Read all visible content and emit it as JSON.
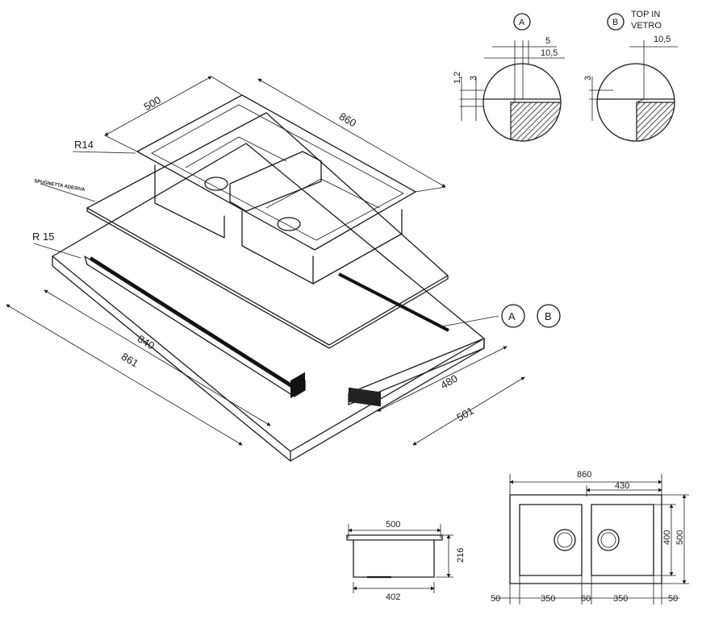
{
  "iso": {
    "dim_width": "500",
    "dim_length": "860",
    "radius_sink": "R14",
    "adhesive_label": "SPUGNETTA ADESIVA",
    "radius_top": "R 15",
    "cut_length": "840",
    "top_length": "861",
    "cut_width": "480",
    "top_width": "501",
    "callout_a": "A",
    "callout_b": "B"
  },
  "detail_a": {
    "label": "A",
    "dim_5": "5",
    "dim_10_5": "10,5",
    "dim_1_2": "1,2",
    "dim_3": "3"
  },
  "detail_b": {
    "label": "B",
    "title_line1": "TOP IN",
    "title_line2": "VETRO",
    "dim_10_5": "10,5",
    "dim_3": "3"
  },
  "side_view": {
    "width_top": "500",
    "height": "216",
    "width_bottom": "402"
  },
  "plan_view": {
    "total_width": "860",
    "half_width": "430",
    "height_outer": "500",
    "height_inner": "400",
    "margin_left": "50",
    "bowl_left": "350",
    "divider": "60",
    "bowl_right": "350",
    "margin_right": "50"
  }
}
